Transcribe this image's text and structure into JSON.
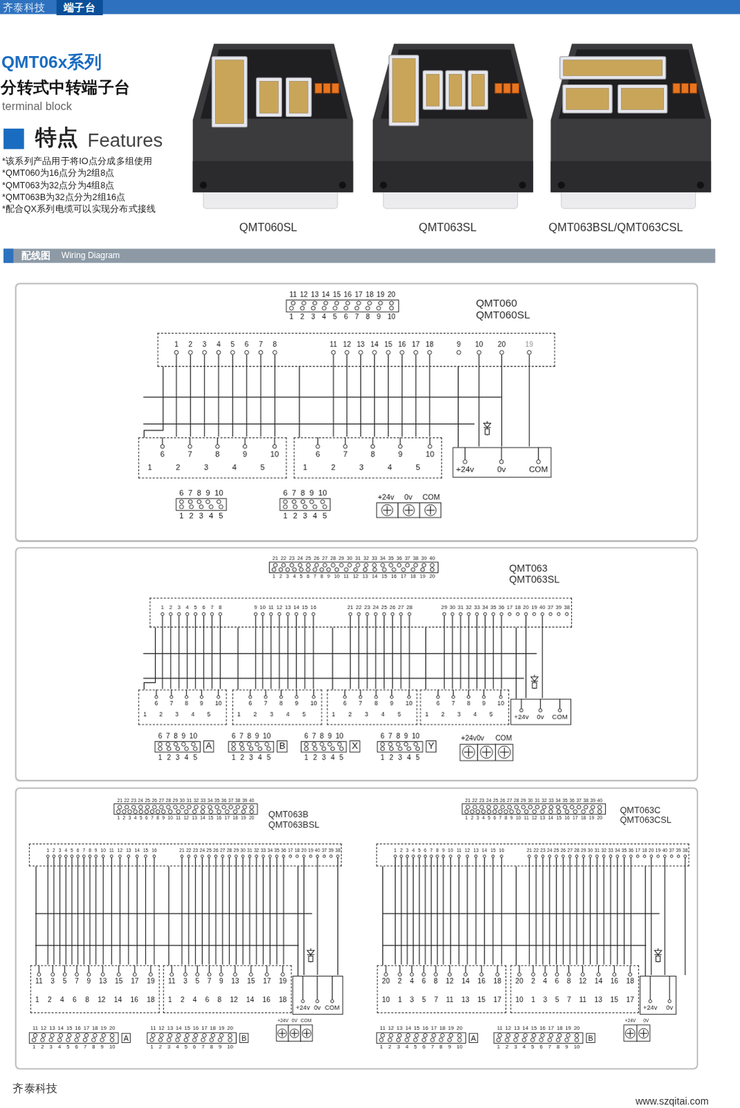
{
  "diagram": {
    "title": "QMT06x系列",
    "nodes": [
      {
        "text": [
          "QMT060 QMT060SL"
        ]
      },
      {
        "text": [
          "11 12 13 14 15 16 17 18 19 20",
          "1 2 3 4 5 6 7 8 9 10"
        ],
        "in": 0
      },
      {
        "text": [
          "1 2 3 4 5 6 7 8",
          "11 12 13 14 15 16 17 18",
          "9 10",
          "20",
          "19"
        ],
        "in": 0
      },
      {
        "text": [
          "6 7 8 9 10",
          "1 2 3 4 5"
        ],
        "in": 0
      },
      {
        "text": [
          "6 7 8 9 10",
          "1 2 3 4 5"
        ],
        "in": 0
      },
      {
        "text": [
          "+24v 0v COM"
        ],
        "in": 0
      },
      {
        "text": [
          "6 7 8 9 10",
          "1 2 3 4 5"
        ],
        "in": 0
      },
      {
        "text": [
          "6 7 8 9 10",
          "1 2 3 4 5"
        ],
        "in": 0
      },
      {
        "text": [
          "+24v 0v COM"
        ],
        "in": 0
      },
      {
        "text": [
          "QMT063 QMT063SL"
        ]
      },
      {
        "text": [
          "21 22 23 24 25 26 27 28 29 30 31 32 33 34 35 36 37 38 39 40",
          "1 2 3 4 5 6 7 8 9 10 11 12 13 14 15 16 17 18 19 20"
        ],
        "in": 9
      },
      {
        "text": [
          "1 2 3 4 5 6 7 8",
          "9 10 11 12 13 14 15 16",
          "21 22 23 24 25 26 27 28",
          "29 30 31 32 33 34 35 36 17 18 20 19 40 37 39 38"
        ],
        "in": 9
      },
      {
        "text": [
          "6 7 8 9 10",
          "1 2 3 4 5"
        ],
        "in": 9
      },
      {
        "text": [
          "6 7 8 9 10",
          "1 2 3 4 5"
        ],
        "in": 9
      },
      {
        "text": [
          "6 7 8 9 10",
          "1 2 3 4 5"
        ],
        "in": 9
      },
      {
        "text": [
          "6 7 8 9 10",
          "1 2 3 4 5"
        ],
        "in": 9
      },
      {
        "text": [
          "+24v 0v COM"
        ],
        "in": 9
      },
      {
        "text": [
          "6 7 8 9 10",
          "1 2 3 4 5",
          "A"
        ],
        "in": 9
      },
      {
        "text": [
          "6 7 8 9 10",
          "1 2 3 4 5",
          "B"
        ],
        "in": 9
      },
      {
        "text": [
          "6 7 8 9 10",
          "1 2 3 4 5",
          "X"
        ],
        "in": 9
      },
      {
        "text": [
          "6 7 8 9 10",
          "1 2 3 4 5",
          "Y"
        ],
        "in": 9
      },
      {
        "text": [
          "+24v0v COM"
        ],
        "in": 9
      },
      {
        "text": [
          "QMT063B QMT063BSL",
          "QMT063C QMT063CSL"
        ]
      },
      {
        "text": [
          "21 22 23 24 25 26 27 28 29 30 31 32 33 34 35 36 37 38 39 40",
          "1 2 3 4 5 6 7 8 9 10 11 12 13 14 15 16 17 18 19 20"
        ],
        "in": 22
      },
      {
        "text": [
          "1 2 3 4 5 6 7 8 9 10 11 12 13 14 15 16",
          "21 22 23 24 25 26 27 28 29 30 31 32 33 34 35 36 17 18 20 19 40 37 39 38"
        ],
        "in": 22
      },
      {
        "text": [
          "11 3 5 7 9 13 15 17 19",
          "1 2 4 6 8 12 14 16 18"
        ],
        "in": 22
      },
      {
        "text": [
          "11 3 5 7 9 13 15 17 19",
          "1 2 4 6 8 12 14 16 18"
        ],
        "in": 22
      },
      {
        "text": [
          "+24v 0v COM"
        ],
        "in": 22
      },
      {
        "text": [
          "11 12 13 14 15 16 17 18 19 20",
          "1 2 3 4 5 6 7 8 9 10",
          "A"
        ],
        "in": 22
      },
      {
        "text": [
          "11 12 13 14 15 16 17 18 19 20",
          "1 2 3 4 5 6 7 8 9 10",
          "B"
        ],
        "in": 22
      },
      {
        "text": [
          "+24V 0V COM"
        ],
        "in": 22
      },
      {
        "text": [
          "21 22 23 24 25 26 27 28 29 30 31 32 33 34 35 36 37 38 39 40",
          "1 2 3 4 5 6 7 8 9 10 11 12 13 14 15 16 17 18 19 20"
        ],
        "in": 22
      },
      {
        "text": [
          "1 2 3 4 5 6 7 8 9 10 11 12 13 14 15 16",
          "21 22 23 24 25 26 27 28 29 30 31 32 33 34 35 36 17 18 20 19 40 37 39 38"
        ],
        "in": 22
      },
      {
        "text": [
          "20 2 4 6 8 12 14 16 18",
          "10 1 3 5 7 11 13 15 17"
        ],
        "in": 22
      },
      {
        "text": [
          "20 2 4 6 8 12 14 16 18",
          "10 1 3 5 7 11 13 15 17"
        ],
        "in": 22
      },
      {
        "text": [
          "+24v 0v"
        ],
        "in": 22
      },
      {
        "text": [
          "11 12 13 14 15 16 17 18 19 20",
          "1 2 3 4 5 6 7 8 9 10",
          "A"
        ],
        "in": 22
      },
      {
        "text": [
          "11 12 13 14 15 16 17 18 19 20",
          "1 2 3 4 5 6 7 8 9 10",
          "B"
        ],
        "in": 22
      },
      {
        "text": [
          "+24V 0V"
        ],
        "in": 22
      }
    ],
    "edges": [
      {
        "from": 2,
        "to": 3,
        "arrow": "none"
      },
      {
        "from": 2,
        "to": 4,
        "arrow": "none"
      },
      {
        "from": 2,
        "to": 5,
        "arrow": "none"
      },
      {
        "from": 11,
        "to": 12,
        "arrow": "none"
      },
      {
        "from": 11,
        "to": 13,
        "arrow": "none"
      },
      {
        "from": 11,
        "to": 14,
        "arrow": "none"
      },
      {
        "from": 11,
        "to": 15,
        "arrow": "none"
      },
      {
        "from": 11,
        "to": 16,
        "arrow": "none"
      },
      {
        "from": 24,
        "to": 25,
        "arrow": "none"
      },
      {
        "from": 24,
        "to": 26,
        "arrow": "none"
      },
      {
        "from": 24,
        "to": 27,
        "arrow": "none"
      },
      {
        "from": 32,
        "to": 33,
        "arrow": "none"
      },
      {
        "from": 32,
        "to": 34,
        "arrow": "none"
      },
      {
        "from": 32,
        "to": 35,
        "arrow": "none"
      }
    ],
    "labels": [
      "齐泰科技",
      "端子台",
      "分转式中转端子台",
      "terminal block",
      "特点",
      "Features",
      "*该系列产品用于将IO点分成多组使用",
      "*QMT060为16点分为2组8点",
      "*QMT063为32点分为4组8点",
      "*QMT063B为32点分为2组16点",
      "*配合QX系列电缆可以实现分布式接线",
      "QMT060SL",
      "QMT063SL",
      "QMT063BSL/QMT063CSL",
      "配线图",
      "Wiring Diagram",
      "齐泰科技",
      "www.szqitai.com"
    ]
  }
}
